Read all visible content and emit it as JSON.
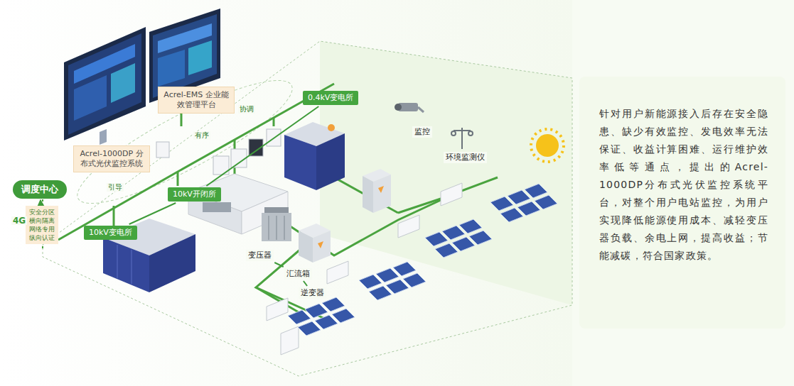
{
  "diagram": {
    "nodes": [
      {
        "text": [
          "Acrel-1000DP 分布式光伏监控系统"
        ]
      },
      {
        "text": [
          "Acrel-EMS 企业能效管理平台"
        ]
      },
      {
        "text": [
          "调度中心"
        ]
      },
      {
        "text": [
          "安全分区",
          "横向隔离",
          "网络专用",
          "纵向认证"
        ]
      },
      {
        "text": [
          "10kV变电所"
        ]
      },
      {
        "text": [
          "10kV开闭所"
        ]
      },
      {
        "text": [
          "0.4kV变电所"
        ]
      },
      {
        "text": [
          "变压器"
        ]
      },
      {
        "text": [
          "汇流箱"
        ]
      },
      {
        "text": [
          "逆变器"
        ]
      },
      {
        "text": [
          "监控"
        ]
      },
      {
        "text": [
          "环境监测仪"
        ]
      },
      {
        "text": [
          "针对用户新能源接入后存在安全隐患、缺少有效监控、发电效率无法保证、收益计算困难、运行维护效率低等通点，提出的Acrel-1000DP分布式光伏监控系统平台，对整个用户电站监控，为用户实现降低能源使用成本、减轻变压器负载、余电上网，提高收益；节能减碳，符合国家政策。"
        ]
      }
    ],
    "edges": [
      {
        "from": 3,
        "to": 2,
        "arrow": "to"
      },
      {
        "from": 4,
        "to": 5,
        "arrow": "none"
      },
      {
        "from": 5,
        "to": 6,
        "arrow": "none"
      },
      {
        "from": 7,
        "to": 8,
        "arrow": "none"
      },
      {
        "from": 8,
        "to": 9,
        "arrow": "none"
      }
    ],
    "labels": [
      "4G",
      "引导",
      "有序",
      "协调"
    ]
  }
}
